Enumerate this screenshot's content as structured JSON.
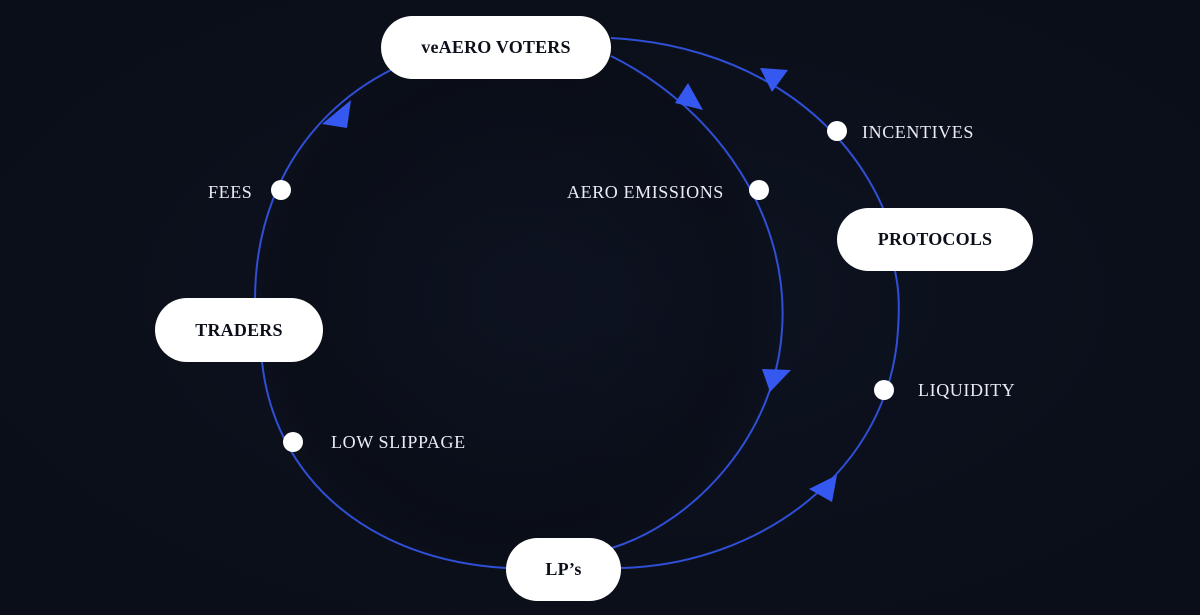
{
  "nodes": {
    "voters": "veAERO VOTERS",
    "protocols": "PROTOCOLS",
    "traders": "TRADERS",
    "lps": "LP’s"
  },
  "flows": {
    "fees": "FEES",
    "emissions": "AERO EMISSIONS",
    "incentives": "INCENTIVES",
    "liquidity": "LIQUIDITY",
    "slippage": "LOW SLIPPAGE"
  },
  "colors": {
    "background": "#0c101b",
    "flow_line": "#2f4fd6",
    "arrow": "#3559f0",
    "node_fill": "#ffffff",
    "node_text": "#0b0f1a",
    "label_text": "#e9ecf3",
    "dot": "#ffffff"
  }
}
